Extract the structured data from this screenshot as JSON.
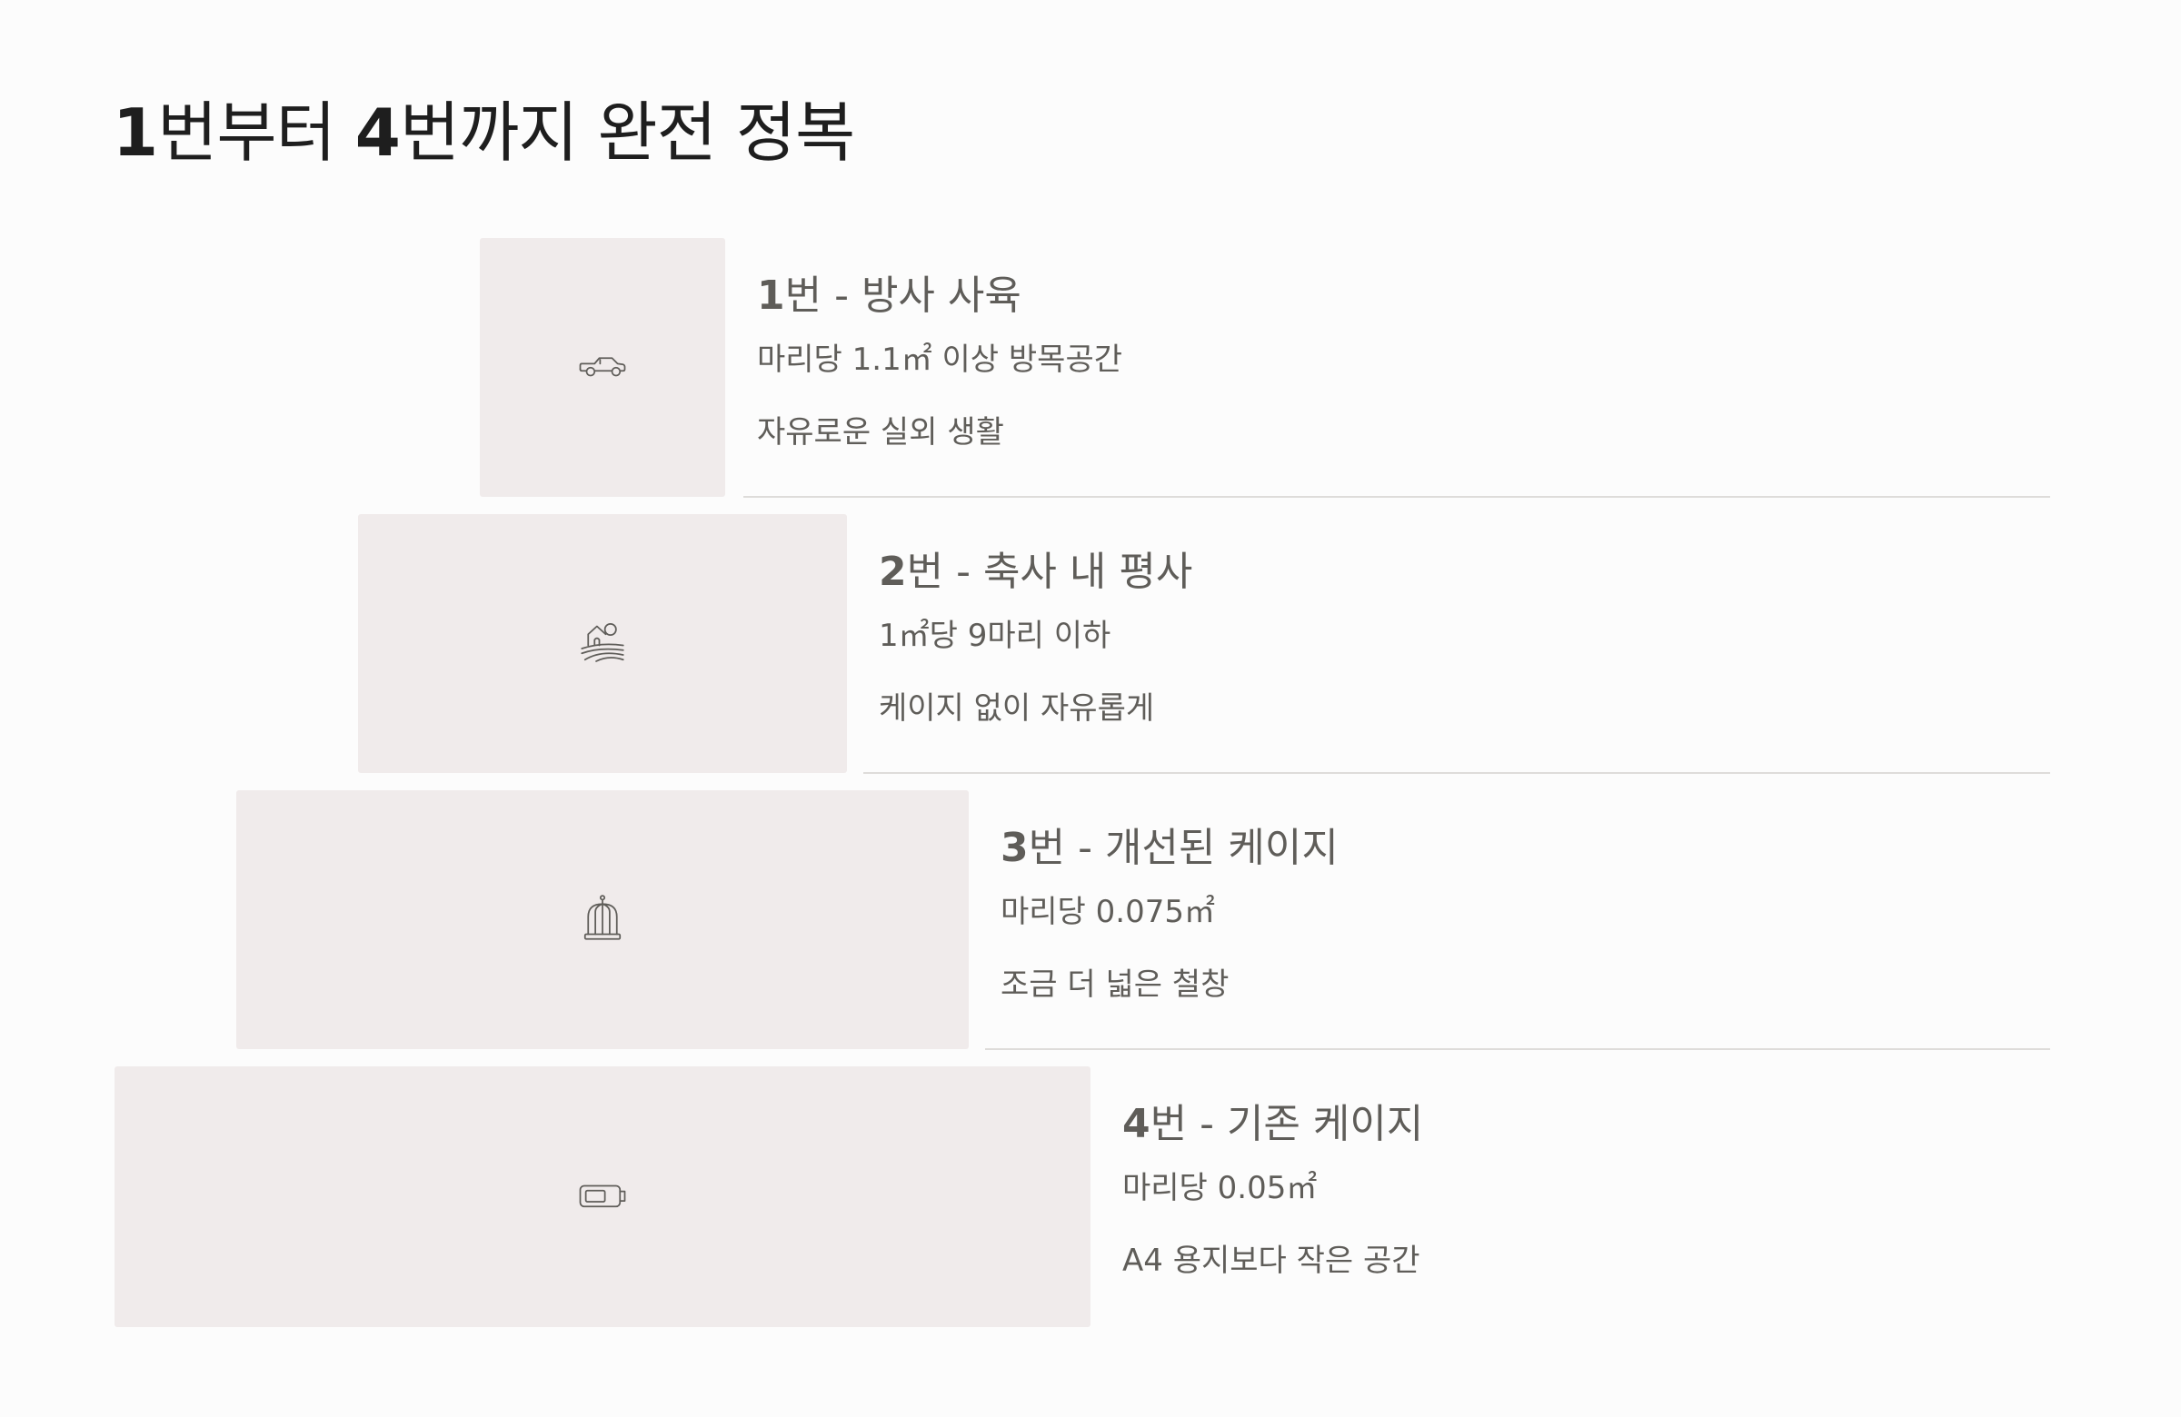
{
  "title": {
    "num1": "1",
    "part1": "번부터 ",
    "num2": "4",
    "part2": "번까지 완전 정복"
  },
  "rows": [
    {
      "num": "1",
      "label": "번 - 방사 사육",
      "line1": "마리당 1.1㎡ 이상 방목공간",
      "line2": "자유로운 실외 생활",
      "icon": "pickup-truck-icon"
    },
    {
      "num": "2",
      "label": "번 - 축사 내 평사",
      "line1": "1㎡당 9마리 이하",
      "line2": "케이지 없이 자유롭게",
      "icon": "farm-barn-icon"
    },
    {
      "num": "3",
      "label": "번 - 개선된 케이지",
      "line1": "마리당 0.075㎡",
      "line2": "조금 더 넓은 철창",
      "icon": "birdcage-icon"
    },
    {
      "num": "4",
      "label": "번 - 기존 케이지",
      "line1": "마리당 0.05㎡",
      "line2": "A4 용지보다 작은 공간",
      "icon": "battery-icon"
    }
  ],
  "colors": {
    "background": "#fcfcfc",
    "box": "#f0ebeb",
    "text": "#5f5d59",
    "title": "#1e1e1e",
    "rule": "#dedcda"
  }
}
